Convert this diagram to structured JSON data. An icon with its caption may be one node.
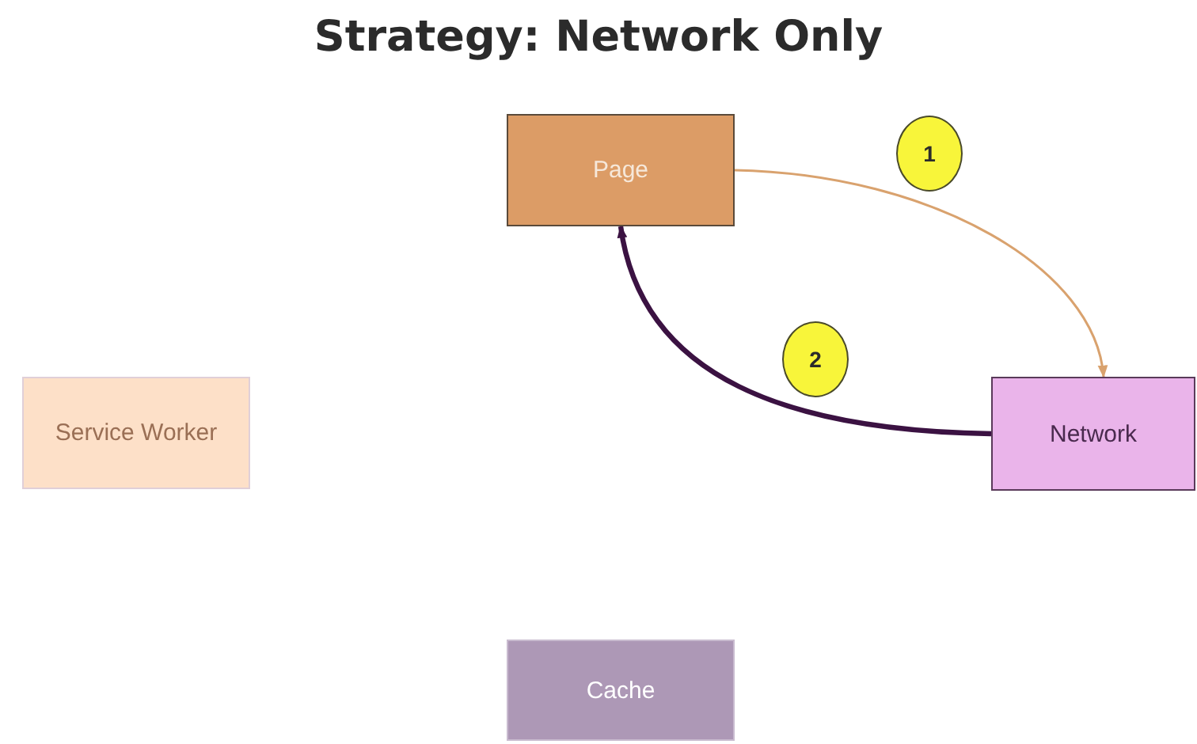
{
  "diagram": {
    "title": "Strategy: Network Only",
    "nodes": [
      {
        "text": [
          "Page"
        ]
      },
      {
        "text": [
          "1"
        ]
      },
      {
        "text": [
          "2"
        ]
      },
      {
        "text": [
          "Service Worker"
        ]
      },
      {
        "text": [
          "Network"
        ]
      },
      {
        "text": [
          "Cache"
        ]
      }
    ],
    "edges": [
      {
        "from": 0,
        "to": 4,
        "arrow": "to",
        "color": "#d9a26e"
      },
      {
        "from": 4,
        "to": 0,
        "arrow": "to",
        "color": "#3b1242",
        "style": "thick"
      }
    ]
  }
}
